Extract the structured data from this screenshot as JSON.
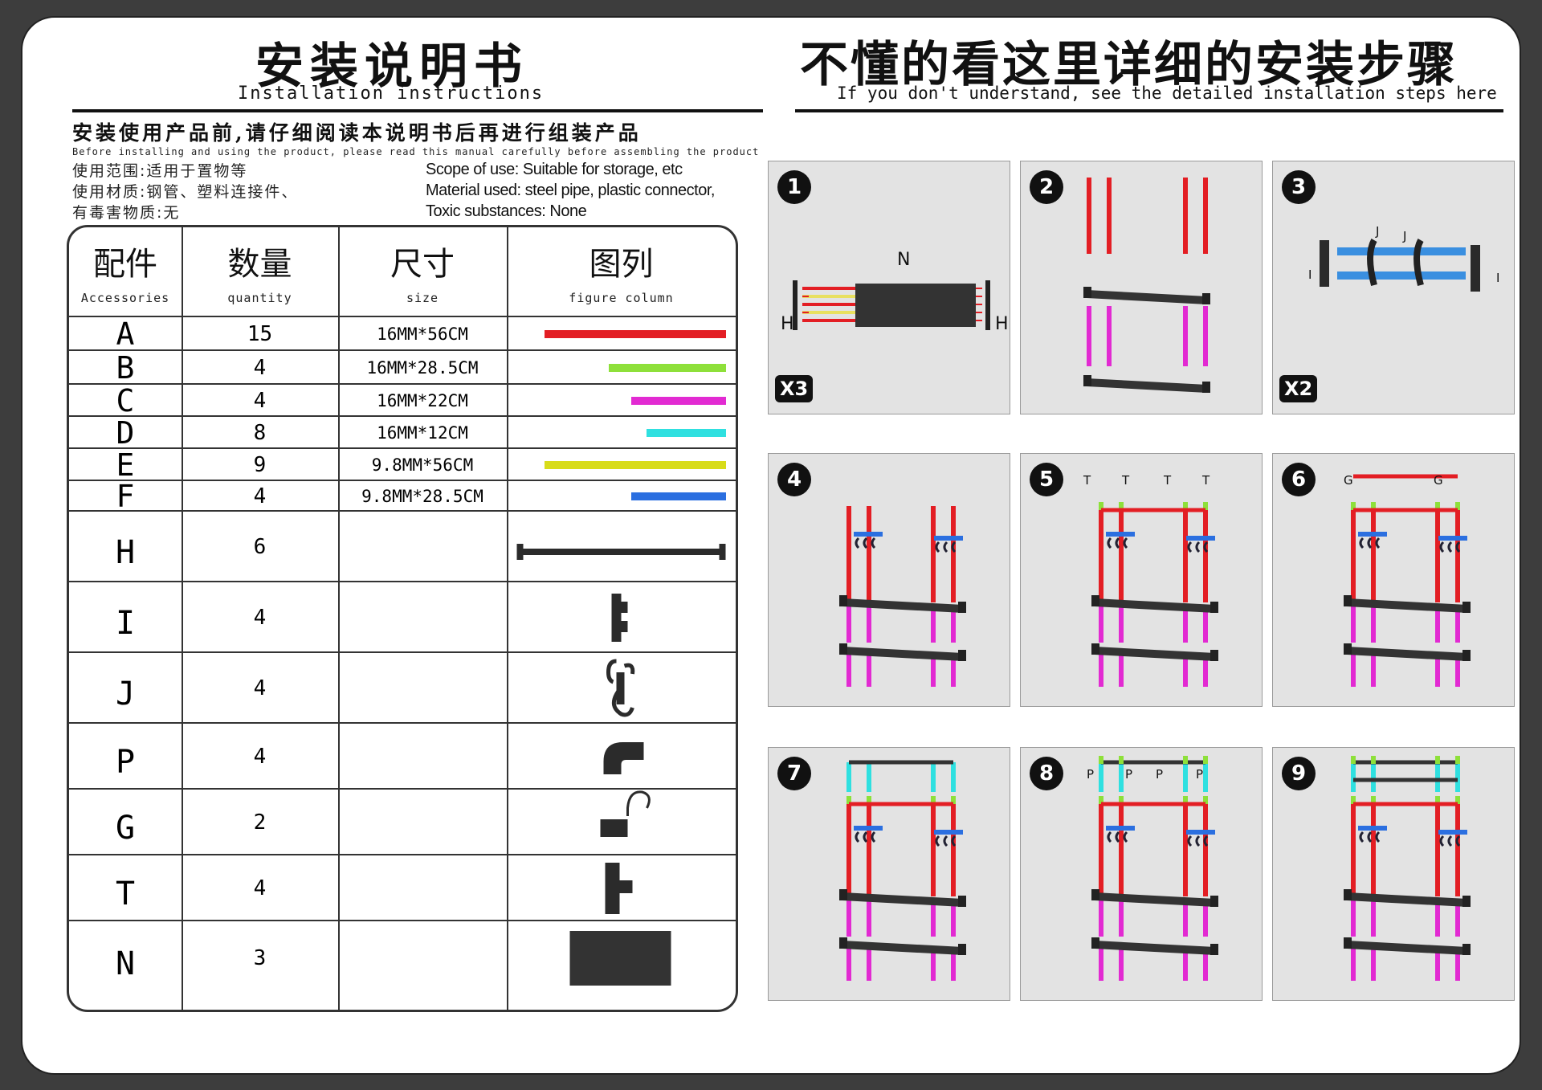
{
  "header_left": {
    "title_cn": "安装说明书",
    "title_en": "Installation instructions"
  },
  "header_right": {
    "title_cn": "不懂的看这里详细的安装步骤",
    "title_en": "If you don't understand, see the detailed installation steps here"
  },
  "notice": {
    "cn": "安装使用产品前,请仔细阅读本说明书后再进行组装产品",
    "en": "Before installing and using the product, please read this manual carefully before assembling the product"
  },
  "specs": {
    "scope_cn": "使用范围:适用于置物等",
    "material_cn": "使用材质:钢管、塑料连接件、",
    "toxic_cn": "有毒害物质:无",
    "scope_en": "Scope of use: Suitable for storage, etc",
    "material_en": "Material used: steel pipe, plastic connector,",
    "toxic_en": "Toxic substances: None"
  },
  "table": {
    "headers": [
      {
        "cn": "配件",
        "en": "Accessories"
      },
      {
        "cn": "数量",
        "en": "quantity"
      },
      {
        "cn": "尺寸",
        "en": "size"
      },
      {
        "cn": "图列",
        "en": "figure column"
      }
    ],
    "rows": [
      {
        "part": "A",
        "qty": "15",
        "size": "16MM*56CM",
        "figure": "tube",
        "color": "#e31e24",
        "length": 0.96
      },
      {
        "part": "B",
        "qty": "4",
        "size": "16MM*28.5CM",
        "figure": "tube",
        "color": "#8ee03a",
        "length": 0.62
      },
      {
        "part": "C",
        "qty": "4",
        "size": "16MM*22CM",
        "figure": "tube",
        "color": "#e22ad2",
        "length": 0.5
      },
      {
        "part": "D",
        "qty": "8",
        "size": "16MM*12CM",
        "figure": "tube",
        "color": "#2fe0e0",
        "length": 0.42
      },
      {
        "part": "E",
        "qty": "9",
        "size": "9.8MM*56CM",
        "figure": "tube",
        "color": "#d8dc1a",
        "length": 0.96
      },
      {
        "part": "F",
        "qty": "4",
        "size": "9.8MM*28.5CM",
        "figure": "tube",
        "color": "#2b6fe0",
        "length": 0.5
      },
      {
        "part": "H",
        "qty": "6",
        "size": "",
        "figure": "H"
      },
      {
        "part": "I",
        "qty": "4",
        "size": "",
        "figure": "I"
      },
      {
        "part": "J",
        "qty": "4",
        "size": "",
        "figure": "J"
      },
      {
        "part": "P",
        "qty": "4",
        "size": "",
        "figure": "P"
      },
      {
        "part": "G",
        "qty": "2",
        "size": "",
        "figure": "G"
      },
      {
        "part": "T",
        "qty": "4",
        "size": "",
        "figure": "T"
      },
      {
        "part": "N",
        "qty": "3",
        "size": "",
        "figure": "N"
      }
    ]
  },
  "steps": [
    {
      "number": "1",
      "multiplier": "X3",
      "labels": [
        "N",
        "H",
        "H"
      ]
    },
    {
      "number": "2",
      "multiplier": "",
      "labels": []
    },
    {
      "number": "3",
      "multiplier": "X2",
      "labels": [
        "J",
        "J",
        "I",
        "I"
      ]
    },
    {
      "number": "4",
      "multiplier": "",
      "labels": []
    },
    {
      "number": "5",
      "multiplier": "",
      "labels": [
        "T",
        "T",
        "T",
        "T"
      ]
    },
    {
      "number": "6",
      "multiplier": "",
      "labels": [
        "G",
        "G"
      ]
    },
    {
      "number": "7",
      "multiplier": "",
      "labels": []
    },
    {
      "number": "8",
      "multiplier": "",
      "labels": [
        "P",
        "P",
        "P",
        "P"
      ]
    },
    {
      "number": "9",
      "multiplier": "",
      "labels": []
    }
  ],
  "colors": {
    "red": "#e31e24",
    "green": "#8ee03a",
    "magenta": "#e22ad2",
    "cyan": "#2fe0e0",
    "yellow": "#d8dc1a",
    "blue": "#2b6fe0",
    "dark": "#2b2b2b"
  }
}
